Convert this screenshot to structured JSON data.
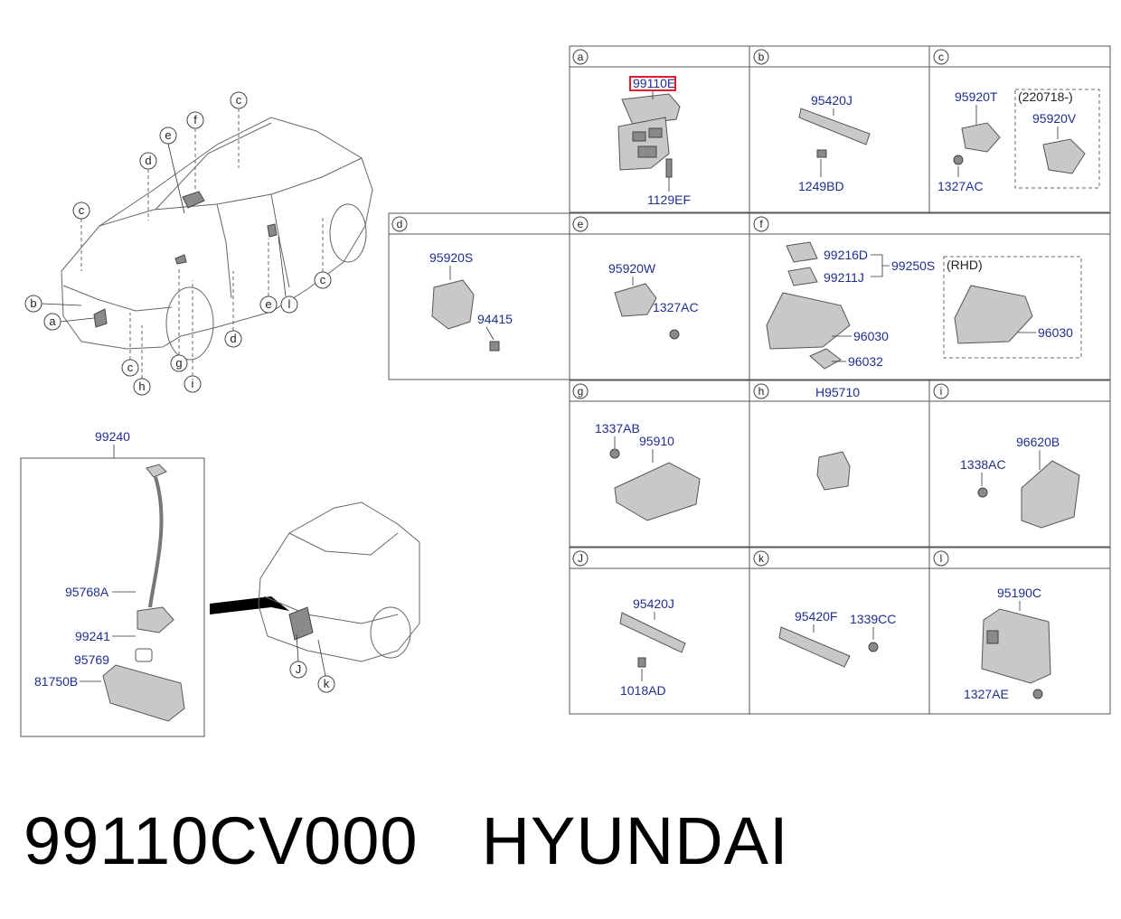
{
  "footer": {
    "part_number": "99110CV000",
    "brand": "HYUNDAI"
  },
  "highlight_color": "#e01e2a",
  "label_color": "#1f2e8f",
  "vehicle_callouts": [
    "a",
    "b",
    "c",
    "c",
    "c",
    "c",
    "d",
    "d",
    "e",
    "e",
    "f",
    "g",
    "h",
    "i",
    "l",
    "k",
    "J"
  ],
  "cells": {
    "a": {
      "letter": "a",
      "parts": [
        "99110E",
        "1129EF"
      ]
    },
    "b": {
      "letter": "b",
      "parts": [
        "95420J",
        "1249BD"
      ]
    },
    "c": {
      "letter": "c",
      "parts": [
        "95920T",
        "1327AC",
        "95920V"
      ],
      "variant_note": "(220718-)"
    },
    "d": {
      "letter": "d",
      "parts": [
        "95920S",
        "94415"
      ]
    },
    "e": {
      "letter": "e",
      "parts": [
        "95920W",
        "1327AC"
      ]
    },
    "f": {
      "letter": "f",
      "parts": [
        "99216D",
        "99211J",
        "99250S",
        "96030",
        "96032",
        "96030"
      ],
      "variant_note": "(RHD)"
    },
    "g": {
      "letter": "g",
      "parts": [
        "1337AB",
        "95910"
      ]
    },
    "h": {
      "letter": "h",
      "parts": [
        "H95710"
      ]
    },
    "i": {
      "letter": "i",
      "parts": [
        "96620B",
        "1338AC"
      ]
    },
    "J": {
      "letter": "J",
      "parts": [
        "95420J",
        "1018AD"
      ]
    },
    "k": {
      "letter": "k",
      "parts": [
        "95420F",
        "1339CC"
      ]
    },
    "l": {
      "letter": "l",
      "parts": [
        "95190C",
        "1327AE"
      ]
    }
  },
  "rear_camera": {
    "assembly": "99240",
    "parts": [
      "95768A",
      "99241",
      "95769",
      "81750B"
    ]
  }
}
